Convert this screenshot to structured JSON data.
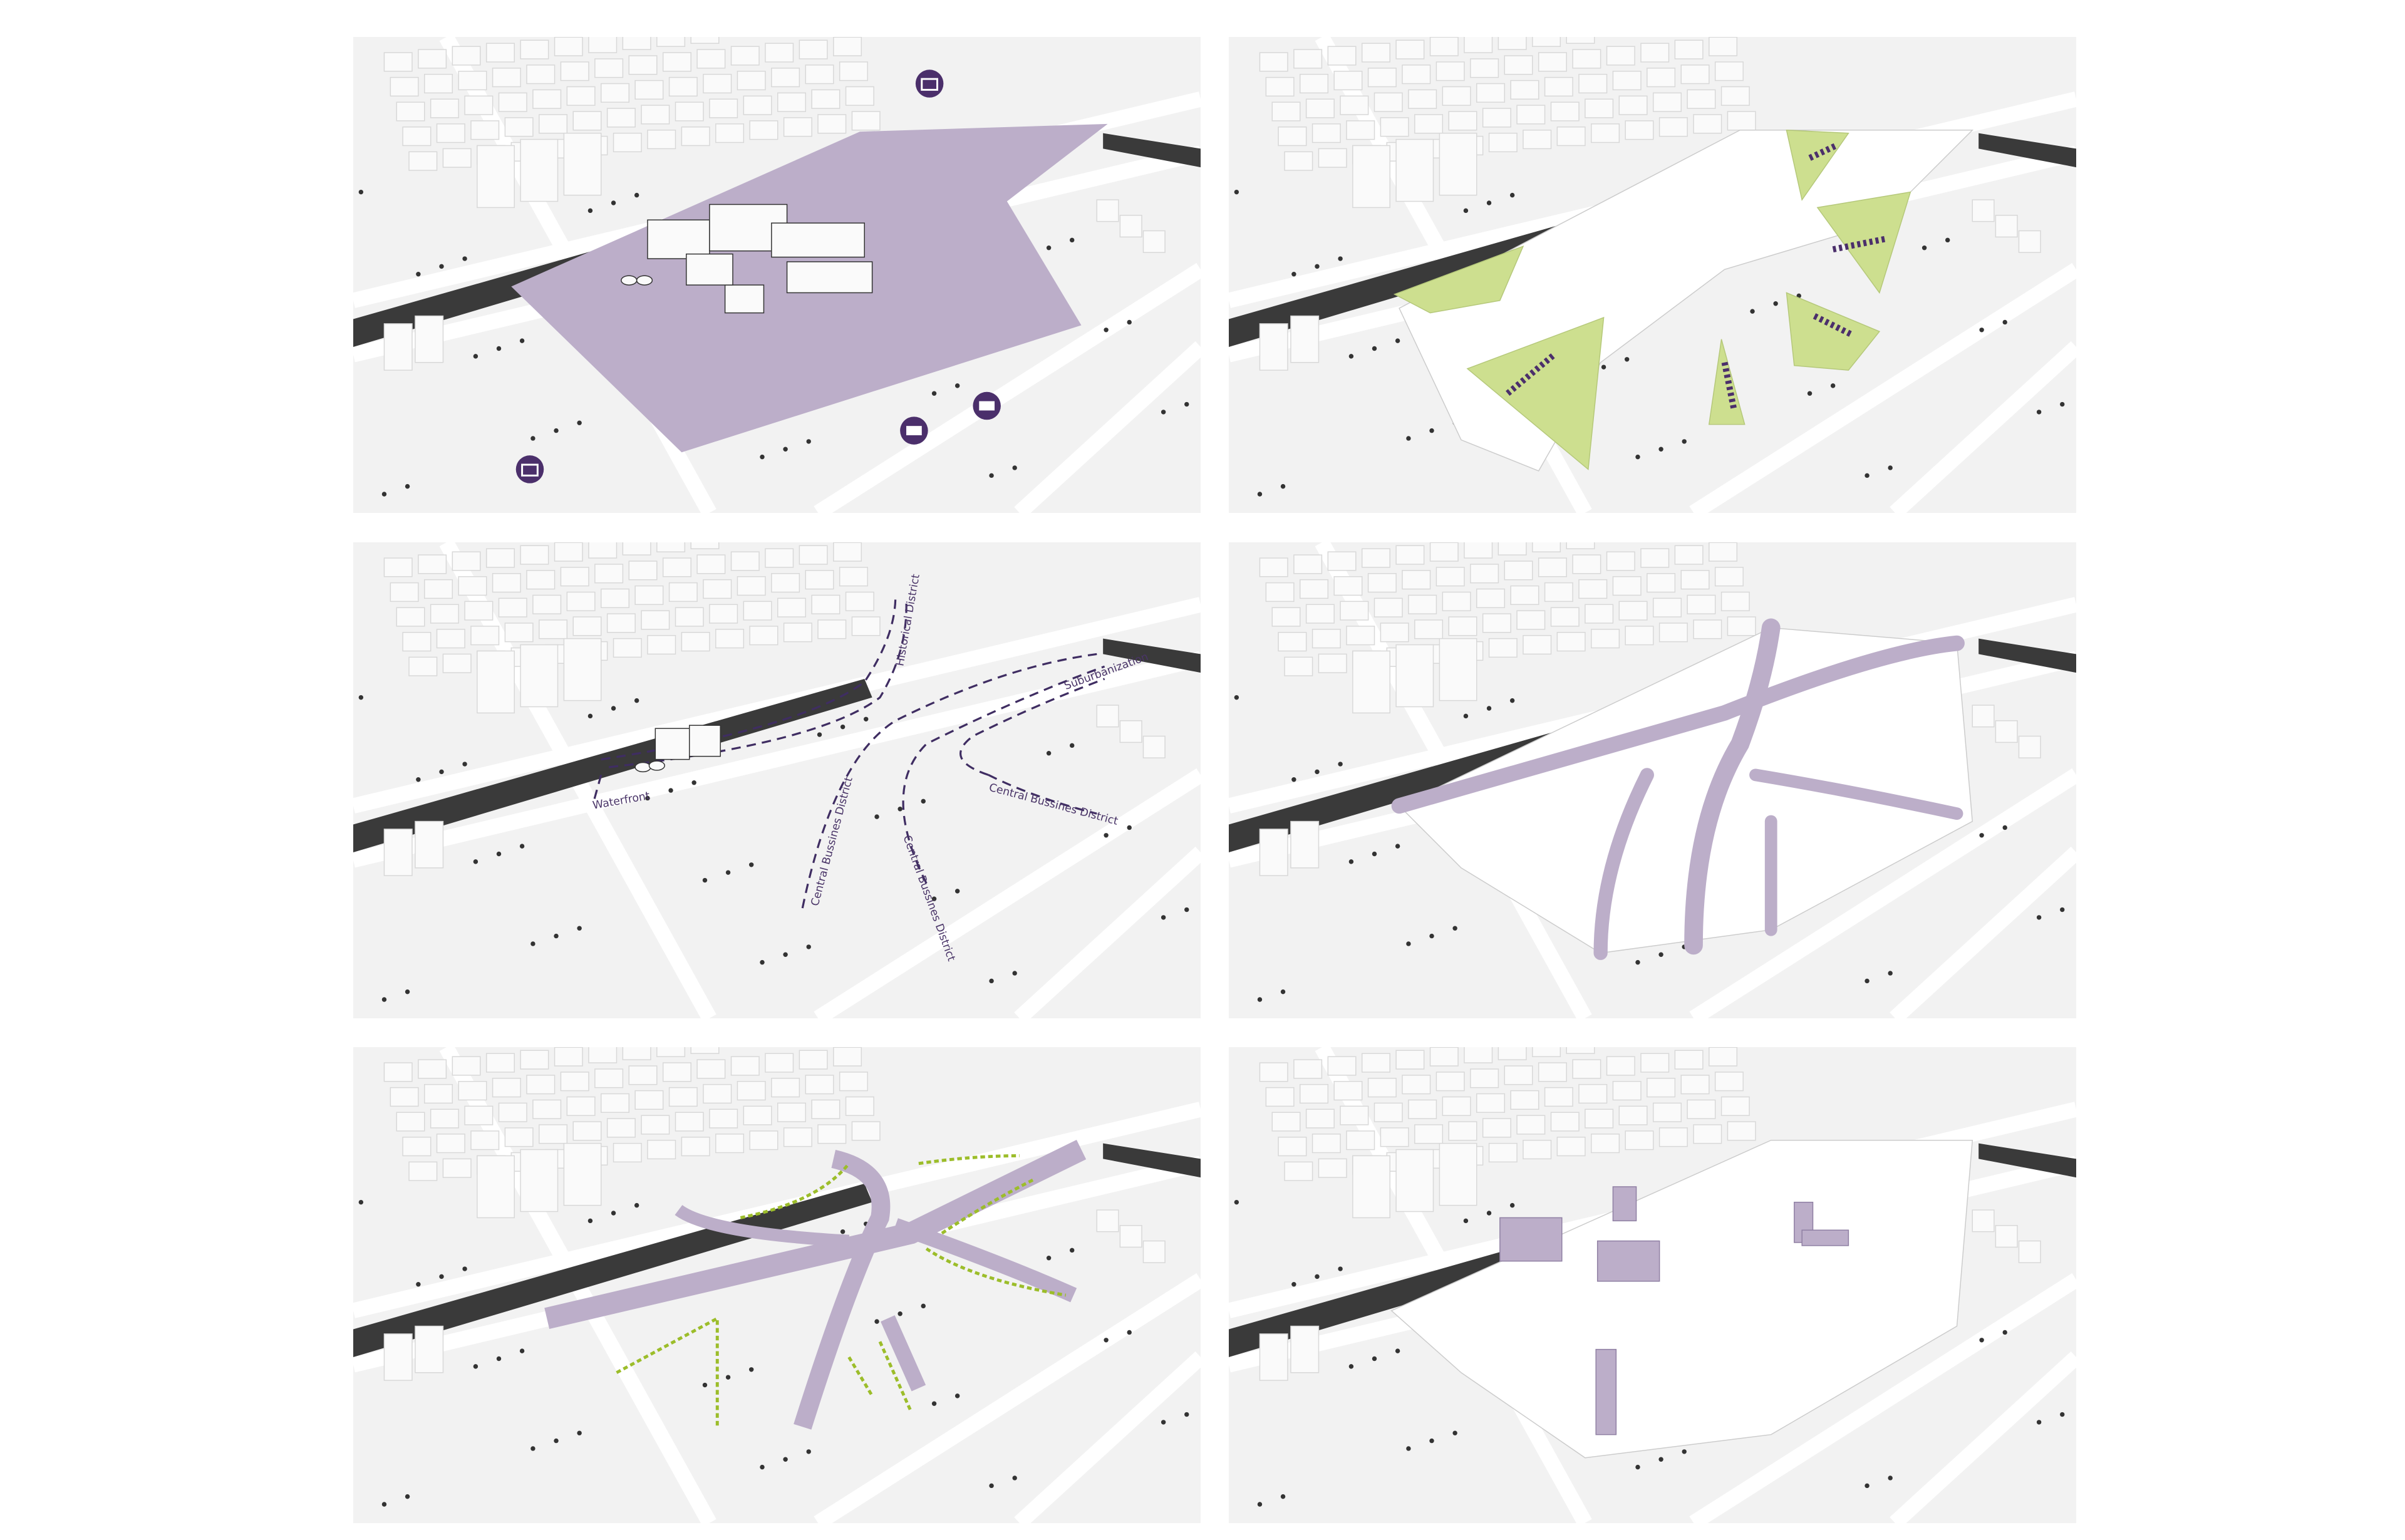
{
  "colors": {
    "site_purple": "#bcaec9",
    "green_space": "#cddf8f",
    "green_dash": "#9cbd2a",
    "route_dash": "#3f2d62",
    "icon_purple": "#4b2f6b",
    "river": "#3a3a3a",
    "ground": "#f2f2f2",
    "building": "#fafafa"
  },
  "panels": [
    {
      "id": "existing-site",
      "icons": [
        "museum-icon",
        "museum-icon",
        "briefcase-icon",
        "briefcase-icon"
      ]
    },
    {
      "id": "green-spaces-parking"
    },
    {
      "id": "connections",
      "route_labels": {
        "historical": "Historical District",
        "suburban": "Suburbanization",
        "waterfront": "Waterfront",
        "cbd_1": "Central Bussines District",
        "cbd_2": "Central Bussines District",
        "cbd_3": "Central Bussines District"
      }
    },
    {
      "id": "landscape-folds"
    },
    {
      "id": "main-axes-green"
    },
    {
      "id": "built-volumes"
    }
  ]
}
